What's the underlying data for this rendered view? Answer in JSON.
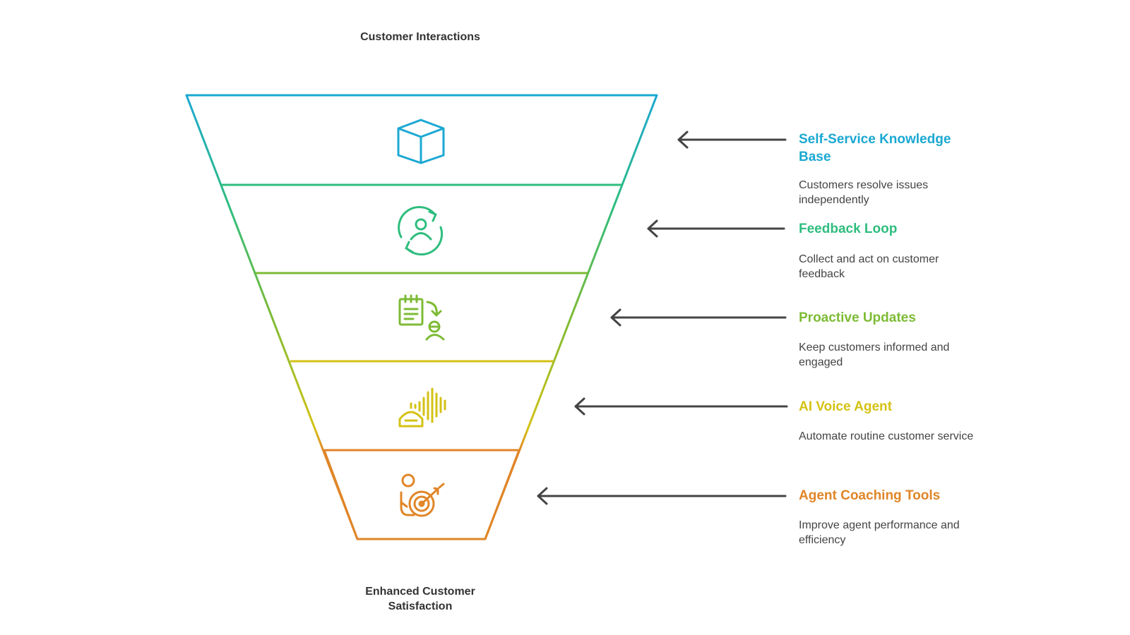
{
  "top_label": "Customer Interactions",
  "bottom_label": "Enhanced Customer Satisfaction",
  "stages": [
    {
      "title": "Self-Service Knowledge Base",
      "description": "Customers resolve issues independently",
      "color": "#1BA8D2",
      "icon": "cube-icon"
    },
    {
      "title": "Feedback Loop",
      "description": "Collect and act on customer feedback",
      "color": "#2EBD7E",
      "icon": "user-refresh-icon"
    },
    {
      "title": "Proactive Updates",
      "description": "Keep customers informed and engaged",
      "color": "#7DBB35",
      "icon": "notepad-person-icon"
    },
    {
      "title": "AI Voice Agent",
      "description": "Automate routine customer service",
      "color": "#D4C214",
      "icon": "robot-soundwave-icon"
    },
    {
      "title": "Agent Coaching Tools",
      "description": "Improve agent performance and efficiency",
      "color": "#E08527",
      "icon": "person-target-icon"
    }
  ],
  "arrow_color": "#444444"
}
